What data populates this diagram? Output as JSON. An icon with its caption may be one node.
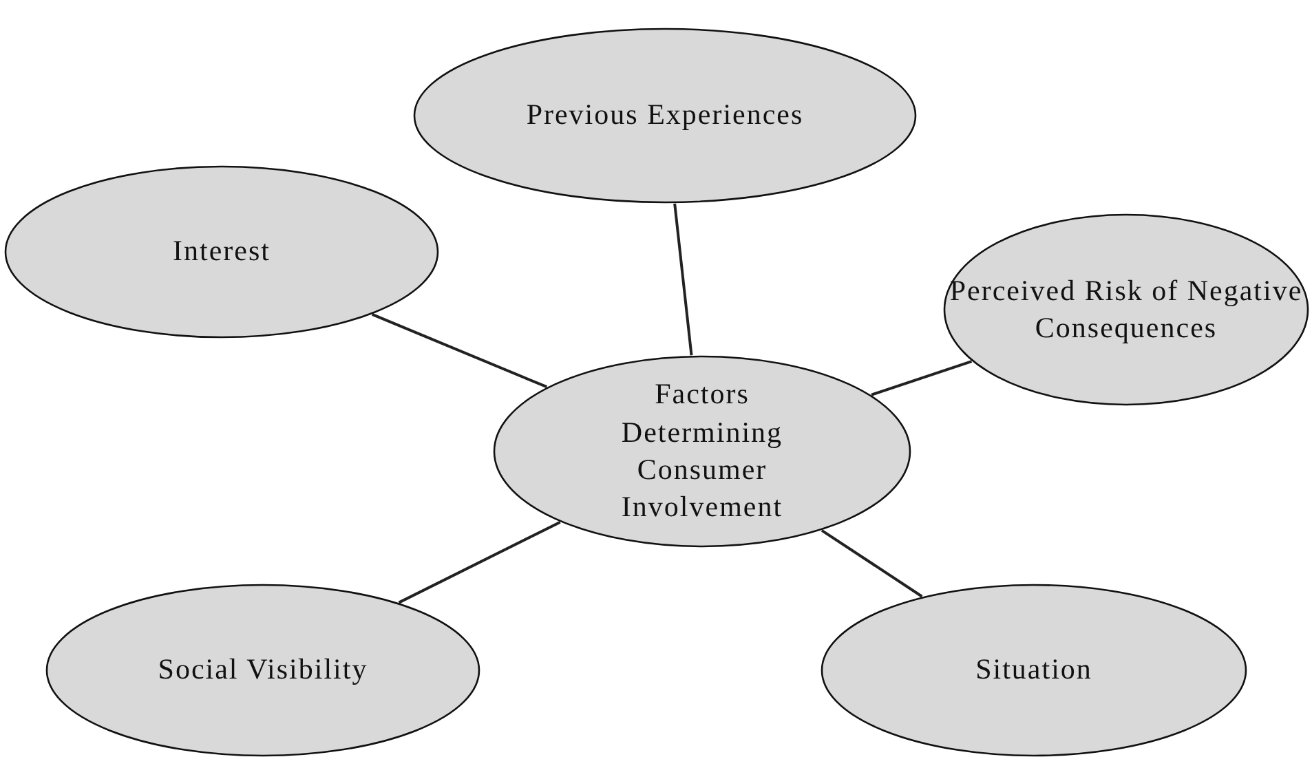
{
  "diagram": {
    "nodes": [
      {
        "text": [
          "Factors Determining Consumer Involvement"
        ]
      },
      {
        "text": [
          "Previous Experiences"
        ]
      },
      {
        "text": [
          "Interest"
        ]
      },
      {
        "text": [
          "Perceived Risk of Negative Consequences"
        ]
      },
      {
        "text": [
          "Social Visibility"
        ]
      },
      {
        "text": [
          "Situation"
        ]
      }
    ],
    "edges": [
      {
        "from": 0,
        "to": 1,
        "arrow": "none"
      },
      {
        "from": 0,
        "to": 2,
        "arrow": "none"
      },
      {
        "from": 0,
        "to": 3,
        "arrow": "none"
      },
      {
        "from": 0,
        "to": 4,
        "arrow": "none"
      },
      {
        "from": 0,
        "to": 5,
        "arrow": "none"
      }
    ]
  }
}
